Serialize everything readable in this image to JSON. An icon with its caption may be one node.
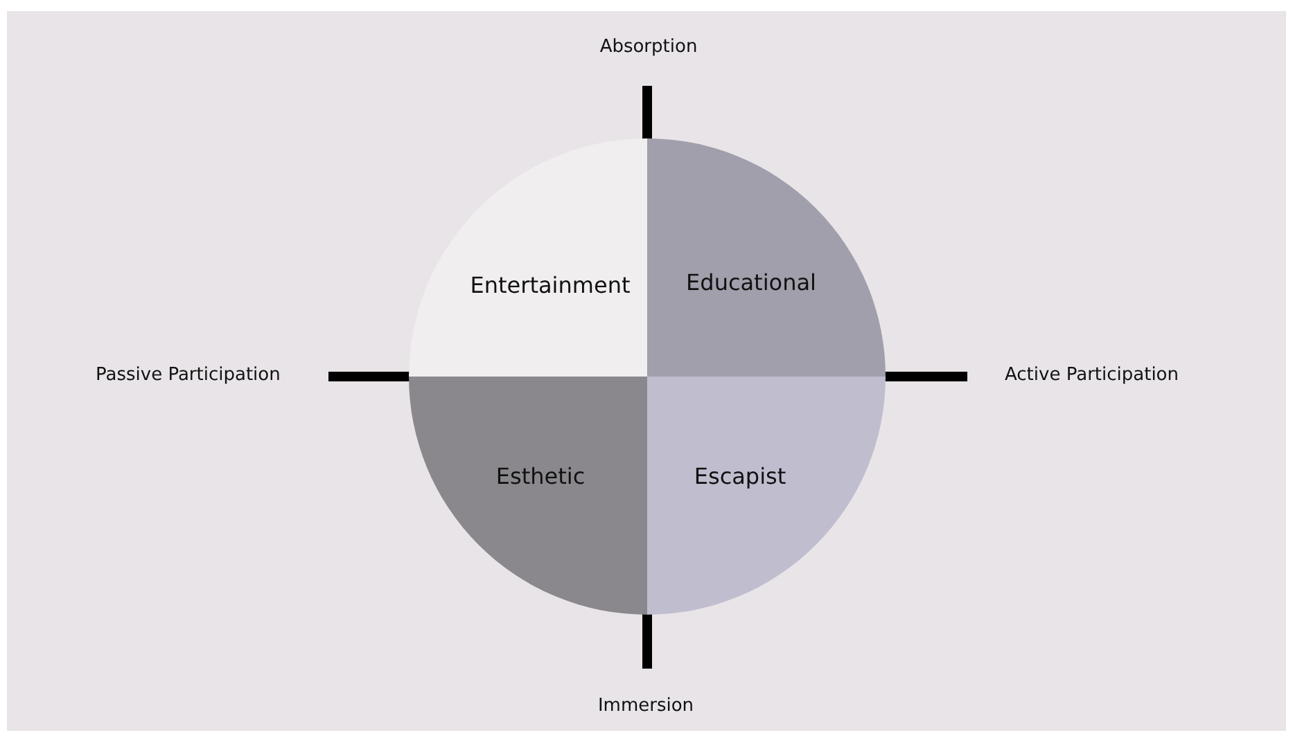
{
  "diagram": {
    "nodes": [
      {
        "text": [
          "Entertainment"
        ]
      },
      {
        "text": [
          "Educational"
        ]
      },
      {
        "text": [
          "Esthetic"
        ]
      },
      {
        "text": [
          "Escapist"
        ]
      }
    ],
    "labels": [
      "Absorption",
      "Passive Participation",
      "Active Participation",
      "Immersion"
    ]
  }
}
